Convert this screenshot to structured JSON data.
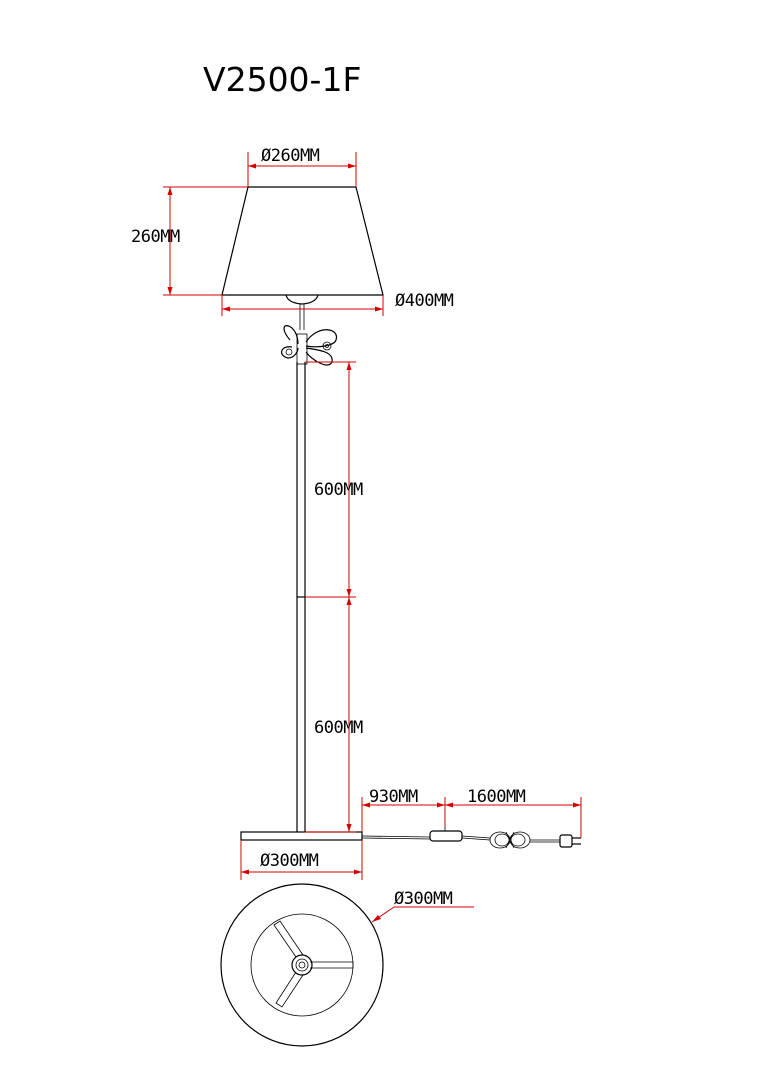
{
  "model": "V2500-1F",
  "dimensions": {
    "shade_top_diameter": "Ø260MM",
    "shade_height": "260MM",
    "shade_bottom_diameter": "Ø400MM",
    "upper_pole": "600MM",
    "lower_pole": "600MM",
    "cord_to_switch": "930MM",
    "switch_to_plug": "1600MM",
    "base_diameter_side": "Ø300MM",
    "base_diameter_bottom": "Ø300MM"
  },
  "colors": {
    "dimension_lines": "#d40000",
    "outline": "#000000",
    "background": "#ffffff"
  }
}
